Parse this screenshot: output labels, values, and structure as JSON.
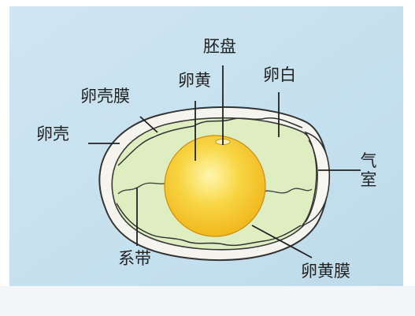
{
  "diagram": {
    "labels": {
      "germinal_disc": "胚盘",
      "yolk": "卵黄",
      "albumen": "卵白",
      "shell_membrane": "卵壳膜",
      "shell": "卵壳",
      "air_cell": "气室",
      "chalaza": "系带",
      "vitelline_membrane": "卵黄膜"
    },
    "colors": {
      "background": "#cfe6f2",
      "albumen": "#dfeec0",
      "shell": "#f6f4ee",
      "yolk": "#f5c21c",
      "line": "#333333"
    }
  }
}
